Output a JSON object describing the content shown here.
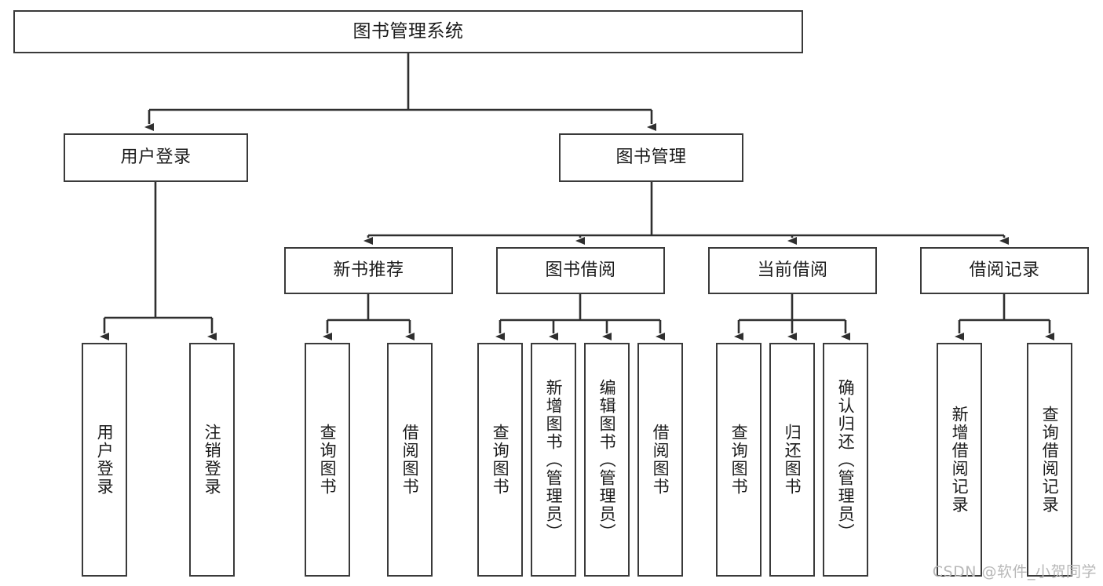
{
  "diagram": {
    "title": "图书管理系统",
    "root": {
      "label": "图书管理系统"
    },
    "level2": [
      {
        "label": "用户登录"
      },
      {
        "label": "图书管理"
      }
    ],
    "level3": [
      {
        "label": "新书推荐"
      },
      {
        "label": "图书借阅"
      },
      {
        "label": "当前借阅"
      },
      {
        "label": "借阅记录"
      }
    ],
    "leaves": [
      {
        "label": "用户登录"
      },
      {
        "label": "注销登录"
      },
      {
        "label": "查询图书"
      },
      {
        "label": "借阅图书"
      },
      {
        "label": "查询图书"
      },
      {
        "label": "新增图书（管理员）"
      },
      {
        "label": "编辑图书（管理员）"
      },
      {
        "label": "借阅图书"
      },
      {
        "label": "查询图书"
      },
      {
        "label": "归还图书"
      },
      {
        "label": "确认归还（管理员）"
      },
      {
        "label": "新增借阅记录"
      },
      {
        "label": "查询借阅记录"
      }
    ]
  },
  "watermark": {
    "text": "CSDN @软件_小贺同学"
  },
  "colors": {
    "stroke": "#3a3a3a",
    "text": "#1b1b1b",
    "background": "#ffffff",
    "watermark": "#b8b8b8"
  }
}
